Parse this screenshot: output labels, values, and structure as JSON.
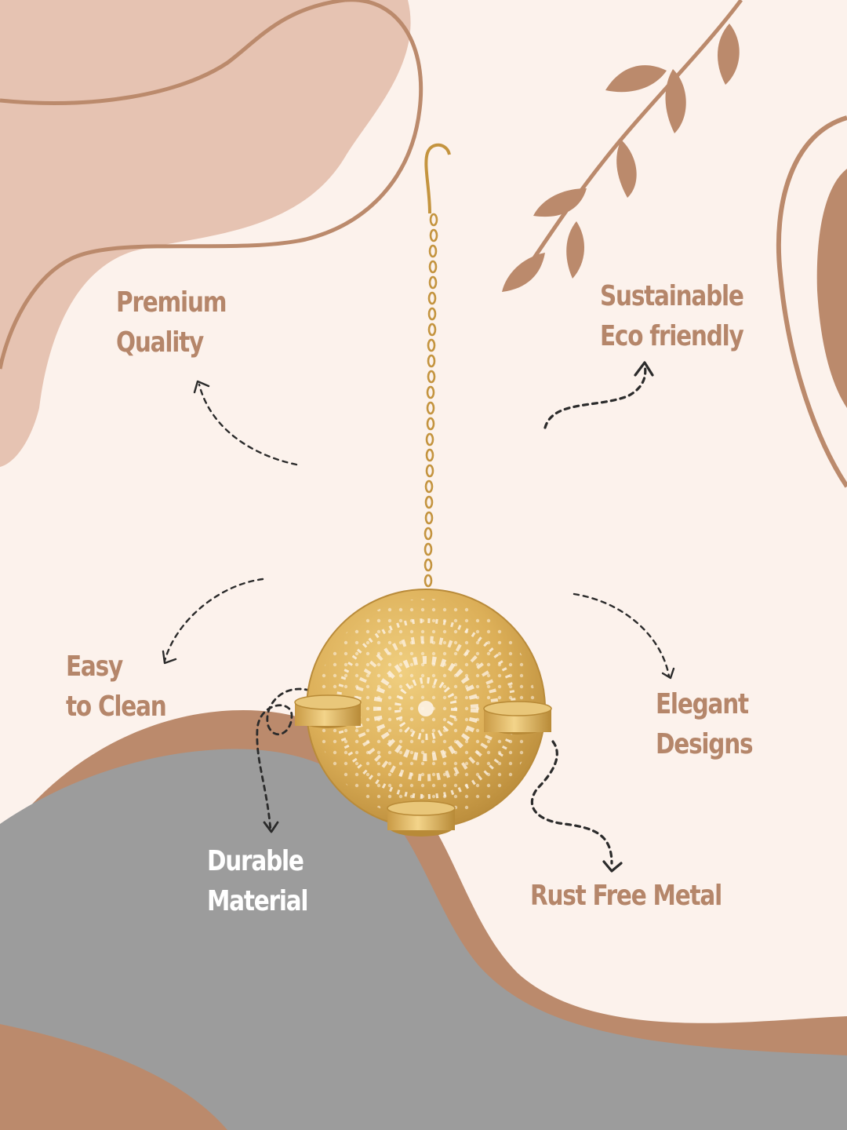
{
  "colors": {
    "background": "#fcf2ec",
    "blush_blob": "#e6c3b2",
    "accent_brown": "#bb8a6c",
    "gray_blob": "#9c9c9c",
    "gold": "#d9ab52",
    "gold_dark": "#b78a38",
    "text_brown": "#b5866a",
    "text_white": "#ffffff"
  },
  "icons": [
    "hook-icon",
    "chain-icon",
    "leaf-branch-icon",
    "dashed-arrow-icon",
    "tealight-holder-icon"
  ],
  "features": {
    "premium_quality": {
      "line1": "Premium",
      "line2": "Quality"
    },
    "sustainable": {
      "line1": "Sustainable",
      "line2": "Eco friendly"
    },
    "easy_clean": {
      "line1": "Easy",
      "line2": "to Clean"
    },
    "elegant": {
      "line1": "Elegant",
      "line2": "Designs"
    },
    "durable": {
      "line1": "Durable",
      "line2": "Material"
    },
    "rust_free": {
      "line1": "Rust Free Metal"
    }
  }
}
